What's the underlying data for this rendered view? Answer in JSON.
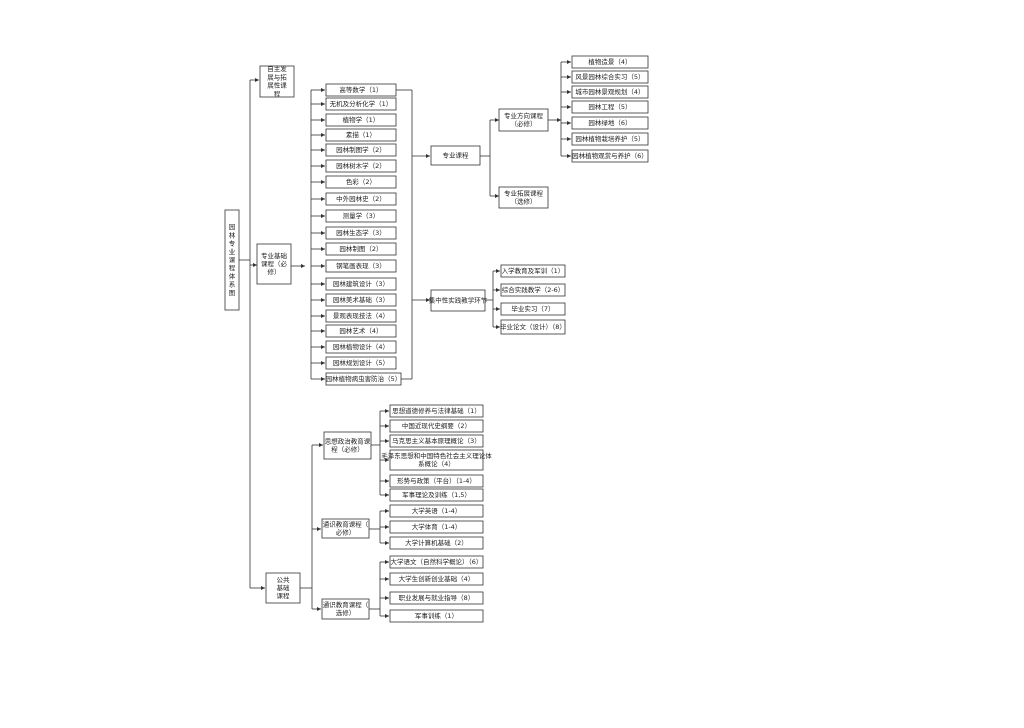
{
  "diagram": {
    "root": "园林专业课程体系图",
    "top_branch": "自主发展与拓展性课程",
    "major_basic": {
      "label": "专业基础课程（必修）",
      "courses": [
        "高等数学（1）",
        "无机及分析化学（1）",
        "植物学（1）",
        "素描（1）",
        "园林制图学（2）",
        "园林树木学（2）",
        "色彩（2）",
        "中外园林史（2）",
        "测量学（3）",
        "园林生态学（3）",
        "园林制图（2）",
        "钢笔画表现（3）",
        "园林建筑设计（3）",
        "园林美术基础（3）",
        "景观表现技法（4）",
        "园林艺术（4）",
        "园林植物设计（4）",
        "园林规划设计（5）",
        "园林植物病虫害防治（5）"
      ]
    },
    "professional": {
      "label": "专业课程",
      "compulsory": {
        "label": "专业方向课程（必修）",
        "courses": [
          "植物造景（4）",
          "风景园林综合实习（5）",
          "城市园林景观规划（4）",
          "园林工程（5）",
          "园林绿地（6）",
          "园林植物栽培养护（5）",
          "园林植物观赏与养护（6）"
        ]
      },
      "elective": "专业拓展课程（选修）"
    },
    "practice": {
      "label": "集中性实践教学环节",
      "courses": [
        "入学教育及军训（1）",
        "综合实践教学（2-6）",
        "毕业实习（7）",
        "毕业论文（设计）（8）"
      ]
    },
    "public": {
      "label": "公共基础课程",
      "ideological": {
        "label": "思想政治教育课程（必修）",
        "courses": [
          "思想道德修养与法律基础（1）",
          "中国近现代史纲要（2）",
          "马克思主义基本原理概论（3）",
          "毛泽东思想和中国特色社会主义理论体系概论（4）",
          "形势与政策（平台）（1-4）",
          "军事理论及训练（1,5）"
        ]
      },
      "general_required": {
        "label": "通识教育课程（必修）",
        "courses": [
          "大学英语（1-4）",
          "大学体育（1-4）",
          "大学计算机基础（2）"
        ]
      },
      "general_elective": {
        "label": "通识教育课程（选修）",
        "courses": [
          "大学语文（自然科学概论）（6）",
          "大学生创新创业基础（4）",
          "职业发展与就业指导（8）",
          "军事训练（1）"
        ]
      }
    }
  }
}
